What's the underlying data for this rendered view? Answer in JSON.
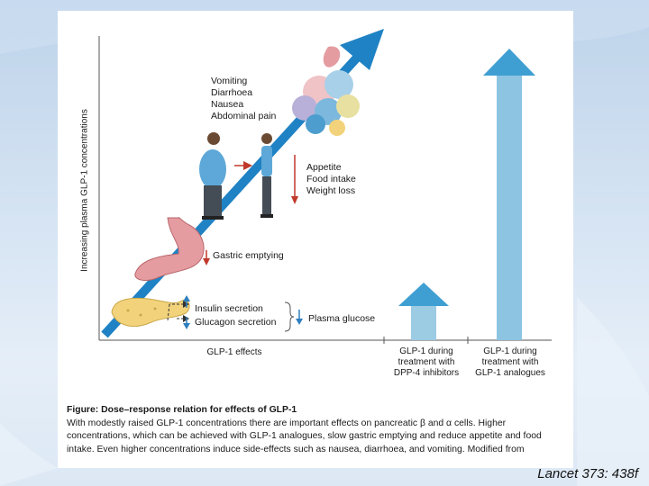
{
  "diagram": {
    "y_axis_title": "Increasing plasma GLP-1 concentrations",
    "arrow_labels": {
      "side_effects": [
        "Vomiting",
        "Diarrhoea",
        "Nausea",
        "Abdominal pain"
      ],
      "appetite": [
        "Appetite",
        "Food intake",
        "Weight loss"
      ],
      "gastric": "Gastric emptying",
      "islet": [
        "Insulin secretion",
        "Glucagon secretion"
      ],
      "glucose": "Plasma glucose"
    },
    "categories": {
      "effects": "GLP-1 effects",
      "dpp4": [
        "GLP-1 during",
        "treatment with",
        "DPP-4 inhibitors"
      ],
      "analogues": [
        "GLP-1 during",
        "treatment with",
        "GLP-1 analogues"
      ]
    },
    "colors": {
      "main_arrow": "#1f82c4",
      "bar_dpp4": "#9ccbe4",
      "bar_analogues": "#8cc4e2",
      "bar_arrowhead": "#3f9fd2",
      "stomach": "#e59ca0",
      "pancreas": "#f2d27a",
      "red_arrow": "#c0392b",
      "blue_arrow": "#2f7fc0"
    }
  },
  "caption": {
    "title": "Figure: Dose–response relation for effects of GLP-1",
    "body": "With modestly raised GLP-1 concentrations there are important effects on pancreatic β and α cells. Higher concentrations, which can be achieved with GLP-1 analogues, slow gastric emptying and reduce appetite and food intake. Even higher concentrations induce side-effects such as nausea, diarrhoea, and vomiting. Modified from"
  },
  "citation": "Lancet 373: 438f"
}
